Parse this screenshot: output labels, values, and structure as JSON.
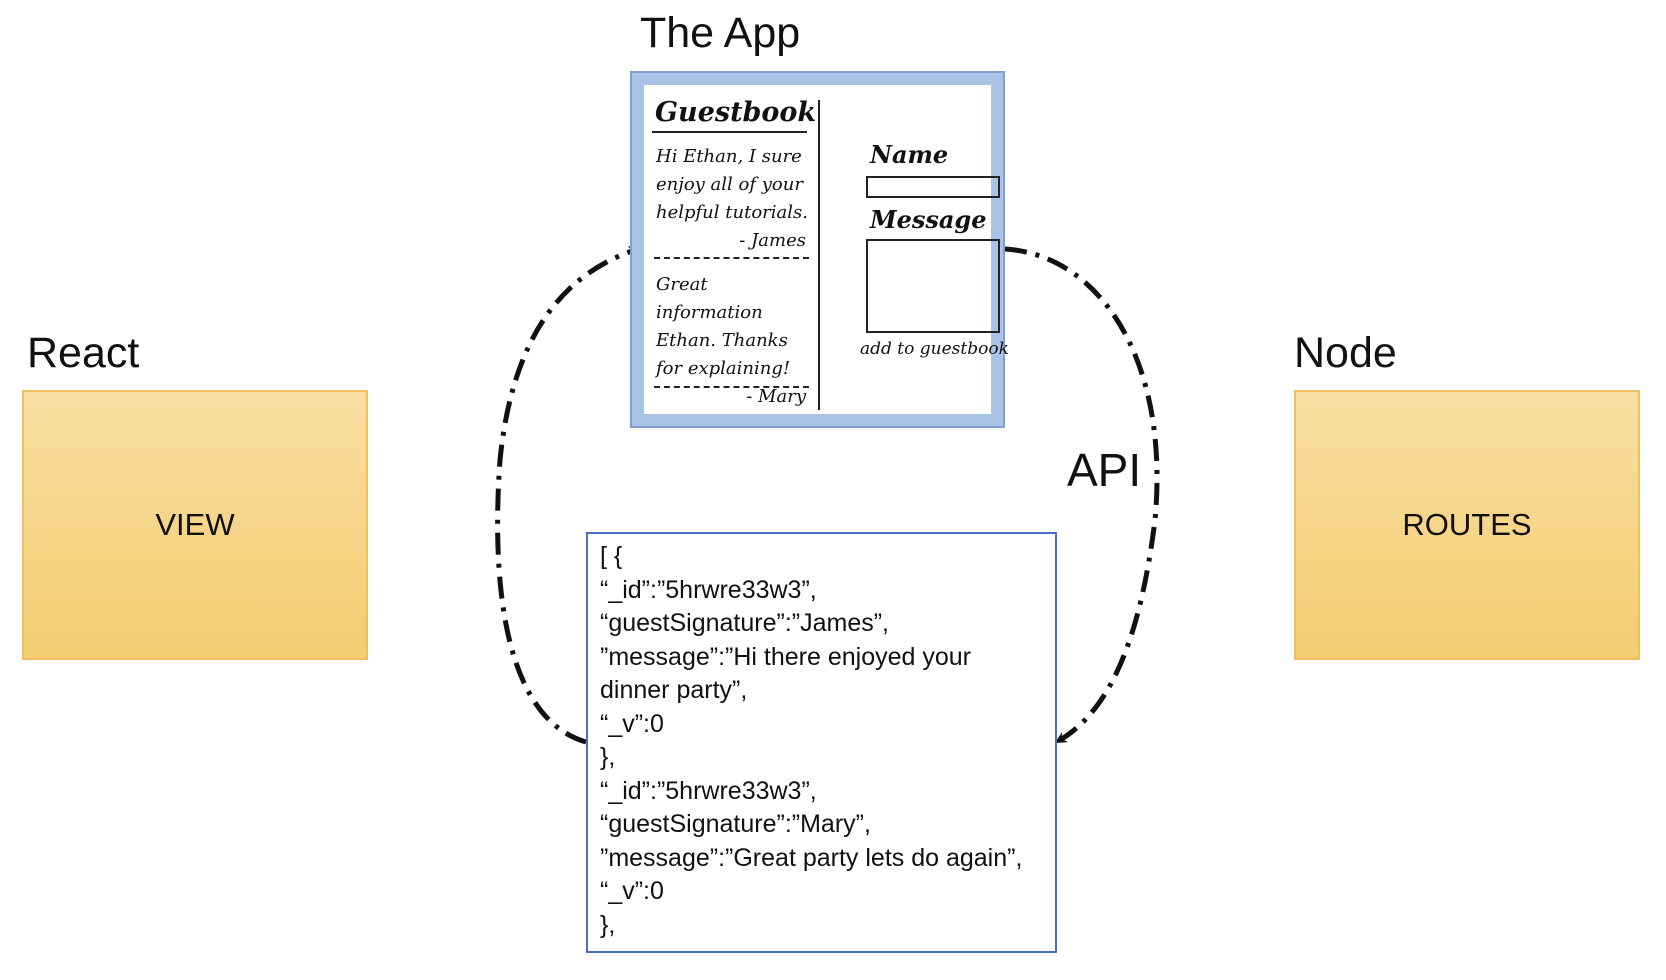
{
  "headings": {
    "app": "The App",
    "react": "React",
    "node": "Node",
    "api": "API"
  },
  "boxes": {
    "view": "VIEW",
    "routes": "ROUTES"
  },
  "app_mockup": {
    "title": "Guestbook",
    "entries": [
      {
        "lines": [
          "Hi Ethan, I sure",
          "enjoy all of your",
          "helpful tutorials."
        ],
        "signature": "- James"
      },
      {
        "lines": [
          "Great information",
          "Ethan.  Thanks",
          "for explaining!"
        ],
        "signature": "- Mary"
      }
    ],
    "name_label": "Name",
    "message_label": "Message",
    "submit_label": "add to guestbook"
  },
  "json_lines": [
    "[ {",
    "“_id”:”5hrwre33w3”,",
    "“guestSignature”:”James”,",
    "”message”:”Hi there enjoyed your",
    "dinner party”,",
    "“_v”:0",
    "},",
    "“_id”:”5hrwre33w3”,",
    "“guestSignature”:”Mary”,",
    "”message”:”Great party lets do again”,",
    "“_v”:0",
    "},"
  ],
  "colors": {
    "box_fill_top": "#f8dea2",
    "box_fill_bottom": "#f4cd72",
    "box_border": "#f0c060",
    "app_frame": "#a9c3e6",
    "json_border": "#4a6fc0"
  }
}
